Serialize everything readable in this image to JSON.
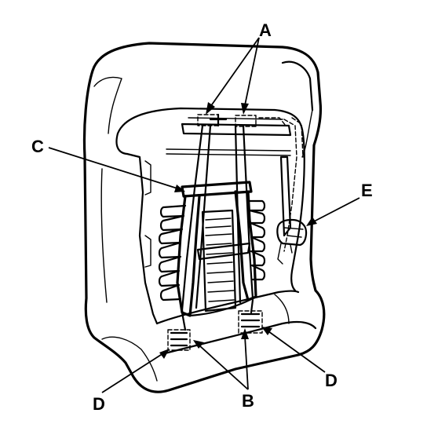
{
  "diagram": {
    "labels": {
      "A": "A",
      "B": "B",
      "C": "C",
      "D_left": "D",
      "D_right": "D",
      "E": "E"
    }
  }
}
